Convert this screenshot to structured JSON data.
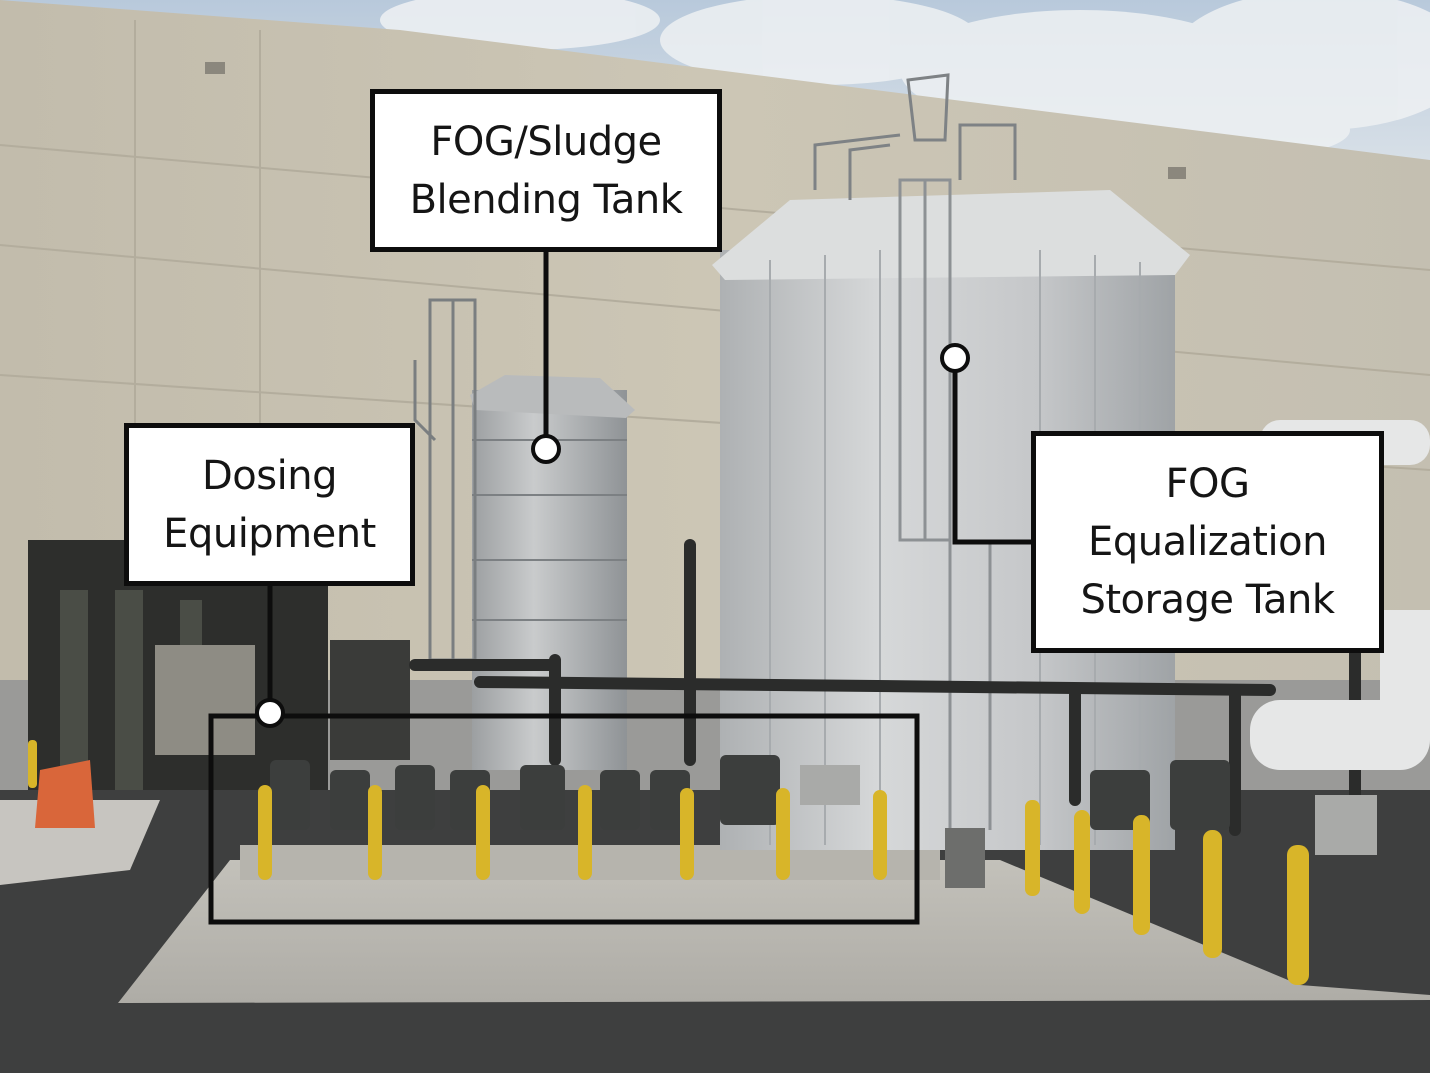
{
  "callouts": {
    "blending_tank": {
      "lines": [
        "FOG/Sludge",
        "Blending Tank"
      ]
    },
    "dosing_equipment": {
      "lines": [
        "Dosing",
        "Equipment"
      ]
    },
    "fog_tank": {
      "lines": [
        "FOG",
        "Equalization",
        "Storage Tank"
      ]
    }
  },
  "scene": {
    "subject": "wastewater treatment site with two storage tanks, piping and dosing skid beside a warehouse",
    "colors": {
      "sky": "#c9d6e3",
      "wall": "#c9c3b2",
      "tank": "#c4c6c7",
      "concrete": "#b9b7b1",
      "asphalt": "#3c3d3d",
      "bollard": "#d8b529",
      "callout_line": "#0d0d0d"
    }
  }
}
